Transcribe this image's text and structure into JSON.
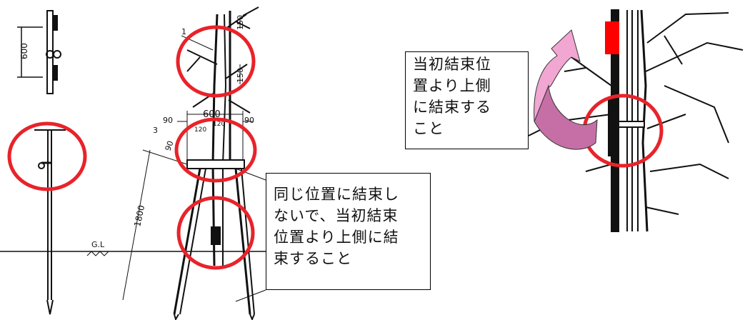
{
  "drawing": {
    "dim_top_600": "600",
    "dim_150_upper": "150",
    "dim_150_lower": "150",
    "dim_span_600": "600",
    "dim_left_90": "90",
    "dim_right_90": "90",
    "dim_inner_120": "120",
    "dim_inner_120b": "120",
    "dim_90_slant": "90",
    "dim_1800": "1800",
    "ground_label": "G.L",
    "part_label_1": "1",
    "part_label_3": "3"
  },
  "callouts": {
    "upper_right_lines": "当初結束位\n置より上側\nに結束する\nこと",
    "lower_middle_lines": "同じ位置に結束し\nないで、当初結束\n位置より上側に結\n束すること"
  },
  "colors": {
    "circle": "#e8232a",
    "arrow_fill": "#f2a6d2",
    "arrow_shadow": "#c66fa6",
    "marker": "#ff0000",
    "ink": "#111111"
  }
}
